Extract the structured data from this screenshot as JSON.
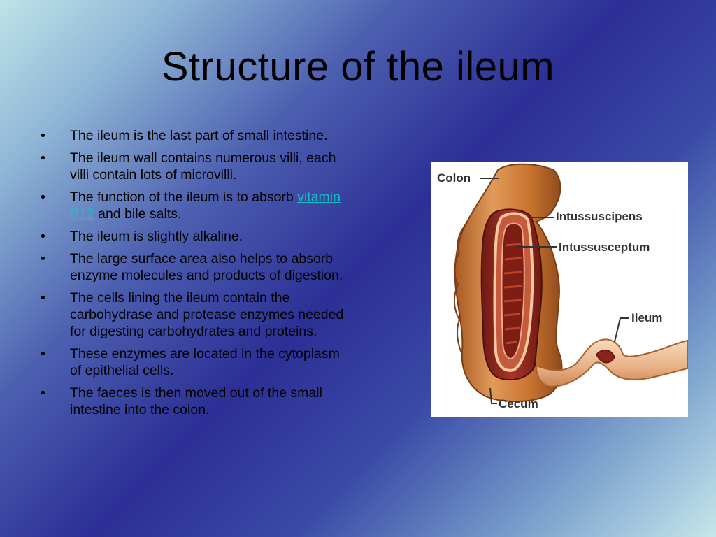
{
  "slide": {
    "title": "Structure of the ileum",
    "bullet_symbol": "•",
    "bullets": [
      {
        "text": "The ileum is the last part of small intestine."
      },
      {
        "text": "The ileum wall contains numerous villi, each villi contain lots of microvilli."
      },
      {
        "before": "The function of the ileum is to absorb ",
        "link": "vitamin B12",
        "after": " and bile salts."
      },
      {
        "text": "The ileum is slightly alkaline."
      },
      {
        "text": "The large surface area also helps to absorb enzyme molecules and products of digestion."
      },
      {
        "text": "The cells lining the ileum contain the carbohydrase and protease enzymes needed for digesting carbohydrates and proteins."
      },
      {
        "text": "These enzymes are located in the cytoplasm of epithelial cells."
      },
      {
        "text": "The faeces is then moved out of the small intestine into the colon."
      }
    ]
  },
  "figure": {
    "labels": {
      "colon": "Colon",
      "intussuscipens": "Intussuscipens",
      "intussusceptum": "Intussusceptum",
      "ileum": "Ileum",
      "cecum": "Cecum"
    }
  },
  "colors": {
    "link": "#19c1c5",
    "tissue_outer": "#c8742f",
    "tissue_inner": "#8a2418",
    "tissue_pale": "#f2c9a0"
  }
}
